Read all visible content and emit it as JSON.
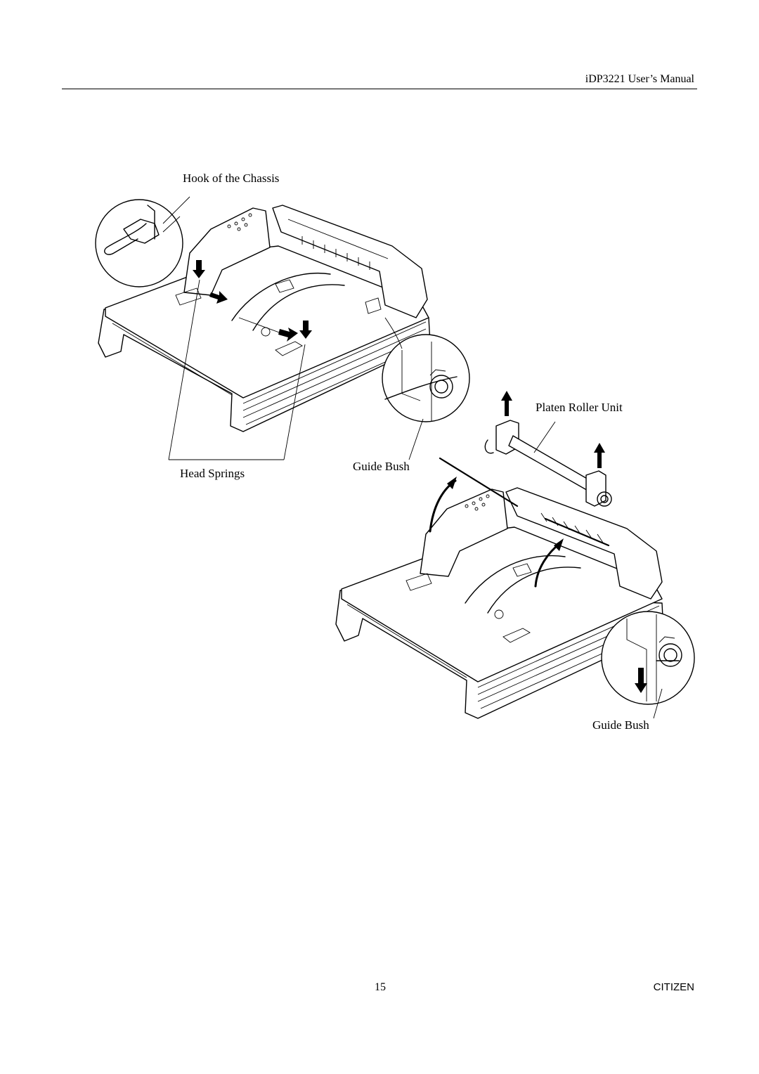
{
  "header": {
    "title": "iDP3221 User’s Manual"
  },
  "figure": {
    "labels": {
      "hook": "Hook of the Chassis",
      "head_springs": "Head Springs",
      "guide_bush_top": "Guide Bush",
      "platen_roller": "Platen Roller Unit",
      "guide_bush_bottom": "Guide Bush"
    }
  },
  "footer": {
    "page_number": "15",
    "brand": "CITIZEN"
  }
}
